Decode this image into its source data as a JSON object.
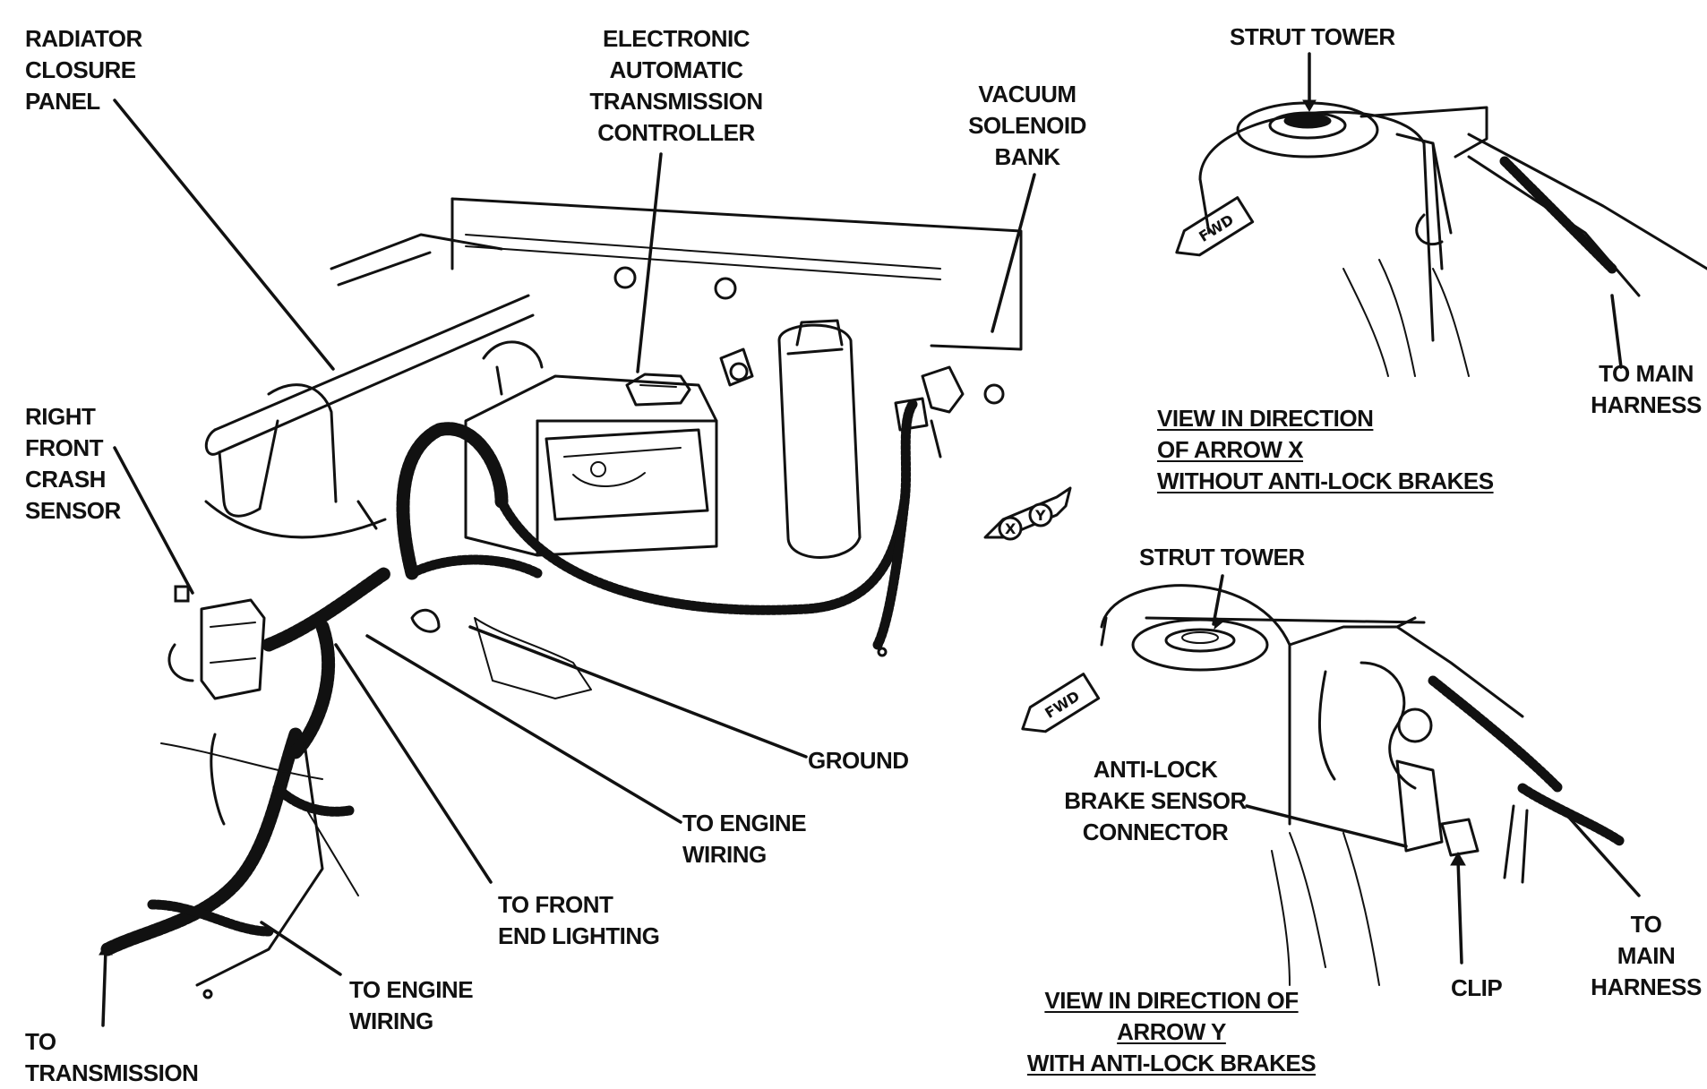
{
  "labels": {
    "radiator_closure_panel": [
      "RADIATOR",
      "CLOSURE",
      "PANEL"
    ],
    "electronic_controller": [
      "ELECTRONIC",
      "AUTOMATIC",
      "TRANSMISSION",
      "CONTROLLER"
    ],
    "vacuum_solenoid_bank": [
      "VACUUM",
      "SOLENOID",
      "BANK"
    ],
    "right_front_crash_sensor": [
      "RIGHT",
      "FRONT",
      "CRASH",
      "SENSOR"
    ],
    "ground": "GROUND",
    "to_engine_wiring_upper": [
      "TO ENGINE",
      "WIRING"
    ],
    "to_front_end_lighting": [
      "TO FRONT",
      "END LIGHTING"
    ],
    "to_engine_wiring_lower": [
      "TO ENGINE",
      "WIRING"
    ],
    "to_transmission": [
      "TO",
      "TRANSMISSION"
    ]
  },
  "view_x": {
    "strut_tower": "STRUT TOWER",
    "to_main_harness": [
      "TO MAIN",
      "HARNESS"
    ],
    "caption": [
      "VIEW IN DIRECTION",
      "OF ARROW X",
      "WITHOUT ANTI-LOCK BRAKES"
    ],
    "fwd": "FWD"
  },
  "view_y": {
    "strut_tower": "STRUT TOWER",
    "anti_lock_connector": [
      "ANTI-LOCK",
      "BRAKE SENSOR",
      "CONNECTOR"
    ],
    "clip": "CLIP",
    "to_main_harness": [
      "TO",
      "MAIN",
      "HARNESS"
    ],
    "caption": [
      "VIEW IN DIRECTION OF",
      "ARROW Y",
      "WITH ANTI-LOCK BRAKES"
    ],
    "fwd": "FWD"
  },
  "arrows": {
    "x": "X",
    "y": "Y"
  }
}
